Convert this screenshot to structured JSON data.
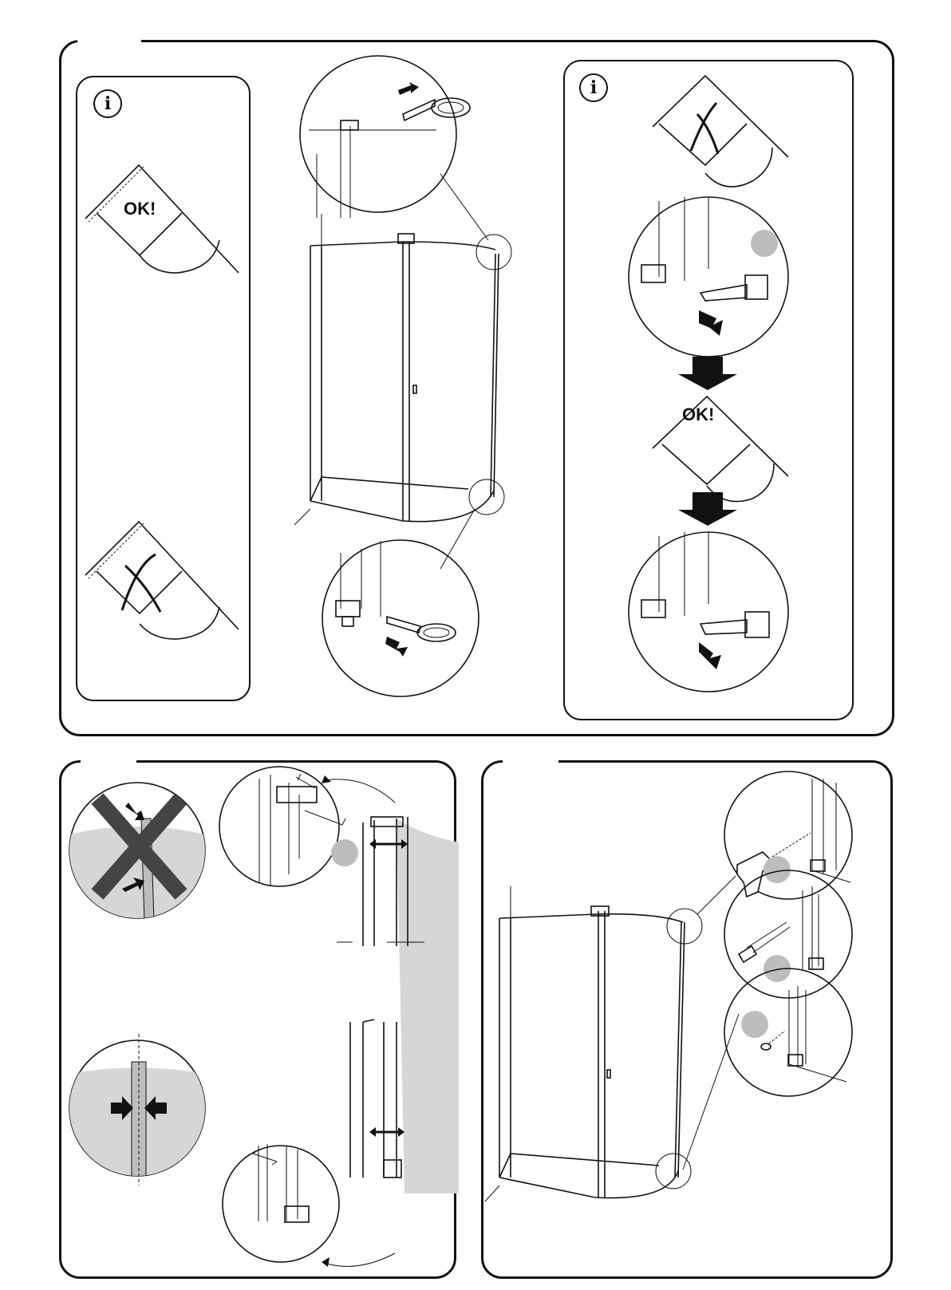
{
  "document": {
    "type": "shower-enclosure-assembly-instructions",
    "panels": [
      {
        "id": "top",
        "content": "door-alignment-check"
      },
      {
        "id": "bottom-left",
        "content": "seal-adjustment"
      },
      {
        "id": "bottom-right",
        "content": "wall-fixing"
      }
    ]
  },
  "top_panel": {
    "left_box": {
      "info_icon": "i",
      "ok_label": "OK!"
    },
    "right_box": {
      "info_icon": "i",
      "ok_label": "OK!"
    }
  },
  "colors": {
    "line": "#111111",
    "fill_gray": "#d6d6d6",
    "step_dot": "#bdbdbd",
    "background": "#ffffff"
  }
}
